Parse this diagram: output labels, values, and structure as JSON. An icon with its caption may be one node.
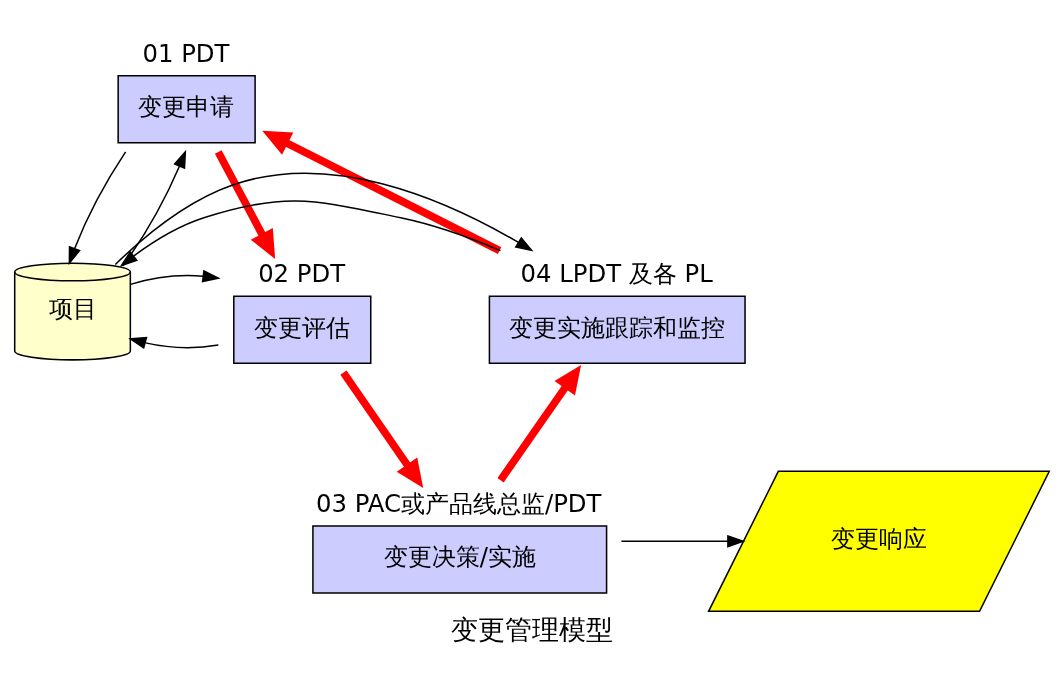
{
  "diagram": {
    "caption": "变更管理模型",
    "nodes": [
      {
        "text": [
          "变更申请"
        ],
        "beside": [
          "01 PDT"
        ]
      },
      {
        "text": [
          "项目"
        ]
      },
      {
        "text": [
          "变更评估"
        ],
        "beside": [
          "02 PDT"
        ]
      },
      {
        "text": [
          "变更决策/实施"
        ],
        "beside": [
          "03 PAC或产品线总监/PDT"
        ]
      },
      {
        "text": [
          "变更实施跟踪和监控"
        ],
        "beside": [
          "04 LPDT 及各 PL"
        ]
      },
      {
        "text": [
          "变更响应"
        ]
      }
    ],
    "edges": [
      {
        "from": 0,
        "to": 2,
        "arrow": "to",
        "style": "thick",
        "color": "#ff0000"
      },
      {
        "from": 2,
        "to": 3,
        "arrow": "to",
        "style": "thick",
        "color": "#ff0000"
      },
      {
        "from": 3,
        "to": 4,
        "arrow": "to",
        "style": "thick",
        "color": "#ff0000"
      },
      {
        "from": 4,
        "to": 0,
        "arrow": "to",
        "style": "thick",
        "color": "#ff0000"
      },
      {
        "from": 0,
        "to": 1,
        "arrow": "to"
      },
      {
        "from": 1,
        "to": 0,
        "arrow": "to"
      },
      {
        "from": 4,
        "to": 1,
        "arrow": "to"
      },
      {
        "from": 1,
        "to": 4,
        "arrow": "to"
      },
      {
        "from": 2,
        "to": 1,
        "arrow": "to"
      },
      {
        "from": 1,
        "to": 2,
        "arrow": "to"
      },
      {
        "from": 3,
        "to": 5,
        "arrow": "to"
      }
    ]
  }
}
